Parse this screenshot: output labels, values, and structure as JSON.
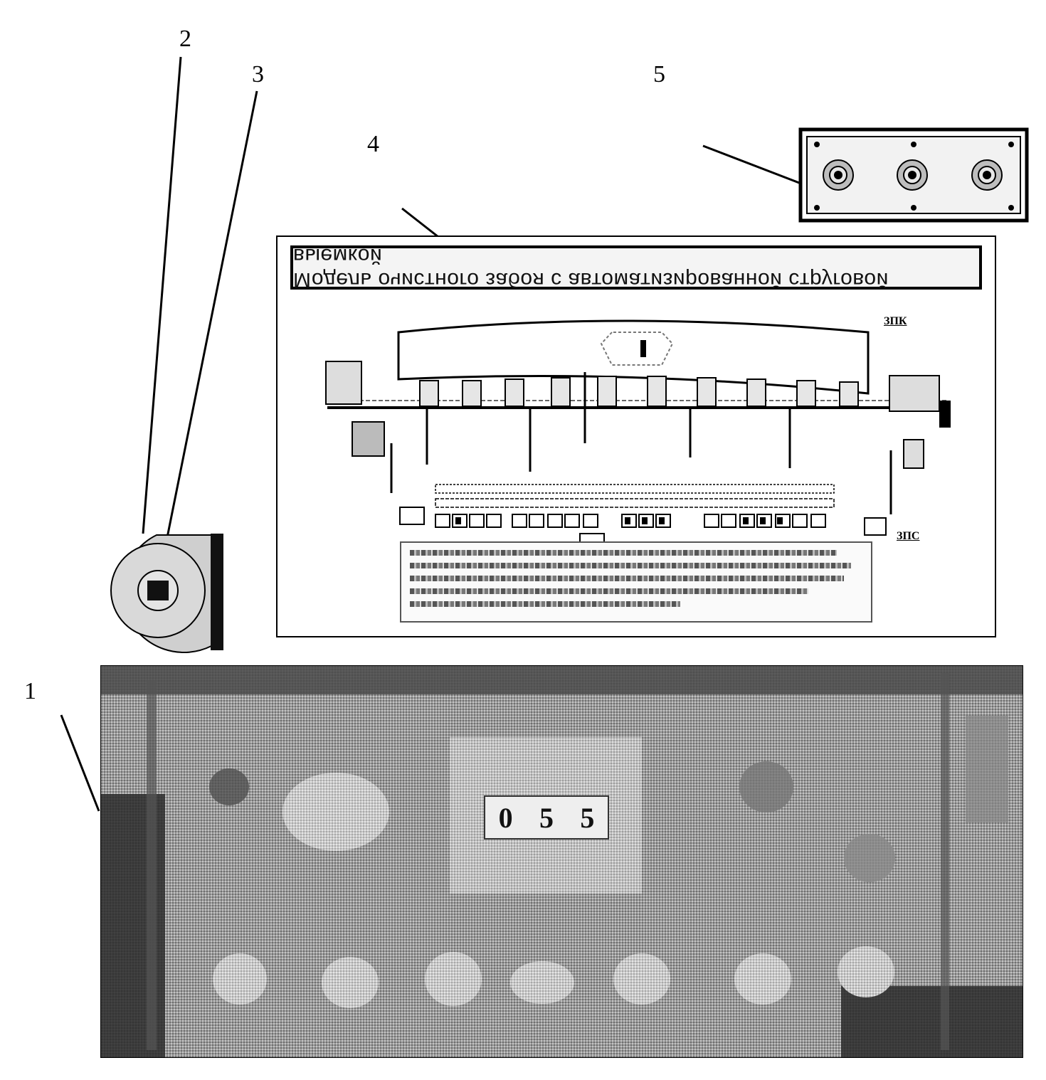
{
  "callouts": [
    {
      "label": "1"
    },
    {
      "label": "2"
    },
    {
      "label": "3"
    },
    {
      "label": "4"
    },
    {
      "label": "5"
    }
  ],
  "poster": {
    "title": "Модель очистного забоя с автоматизированной струговой выемкой",
    "labels": [
      "ЗПК",
      "ЗПС"
    ]
  },
  "counter": {
    "digits": [
      "0",
      "5",
      "5"
    ]
  }
}
